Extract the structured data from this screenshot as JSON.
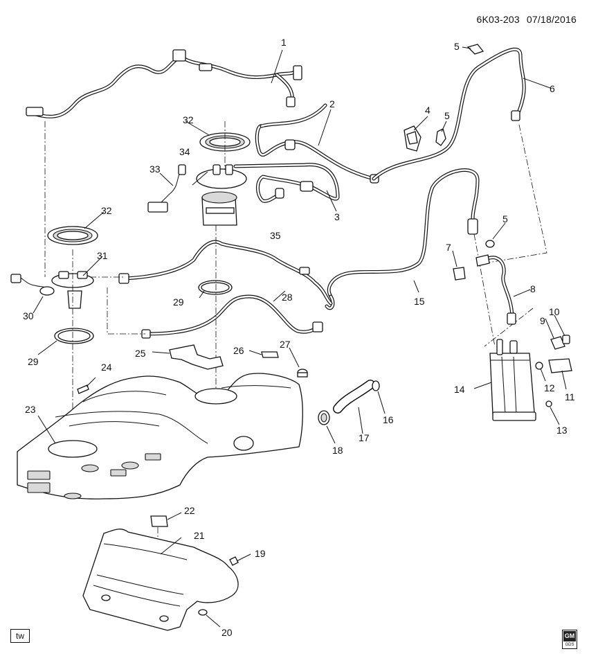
{
  "header": {
    "diagram_code": "6K03-203",
    "date": "07/18/2016"
  },
  "corner_tag": "tw",
  "logo": {
    "text": "GM",
    "subtext": "GDS"
  },
  "callouts": {
    "c1": "1",
    "c2": "2",
    "c3": "3",
    "c4": "4",
    "c5a": "5",
    "c5b": "5",
    "c5c": "5",
    "c6": "6",
    "c7": "7",
    "c8": "8",
    "c9": "9",
    "c10": "10",
    "c11": "11",
    "c12": "12",
    "c13": "13",
    "c14": "14",
    "c15": "15",
    "c16": "16",
    "c17": "17",
    "c18": "18",
    "c19": "19",
    "c20": "20",
    "c21": "21",
    "c22": "22",
    "c23": "23",
    "c24": "24",
    "c25": "25",
    "c26": "26",
    "c27": "27",
    "c28": "28",
    "c29a": "29",
    "c29b": "29",
    "c30": "30",
    "c31": "31",
    "c32a": "32",
    "c32b": "32",
    "c33": "33",
    "c34": "34",
    "c35": "35"
  }
}
